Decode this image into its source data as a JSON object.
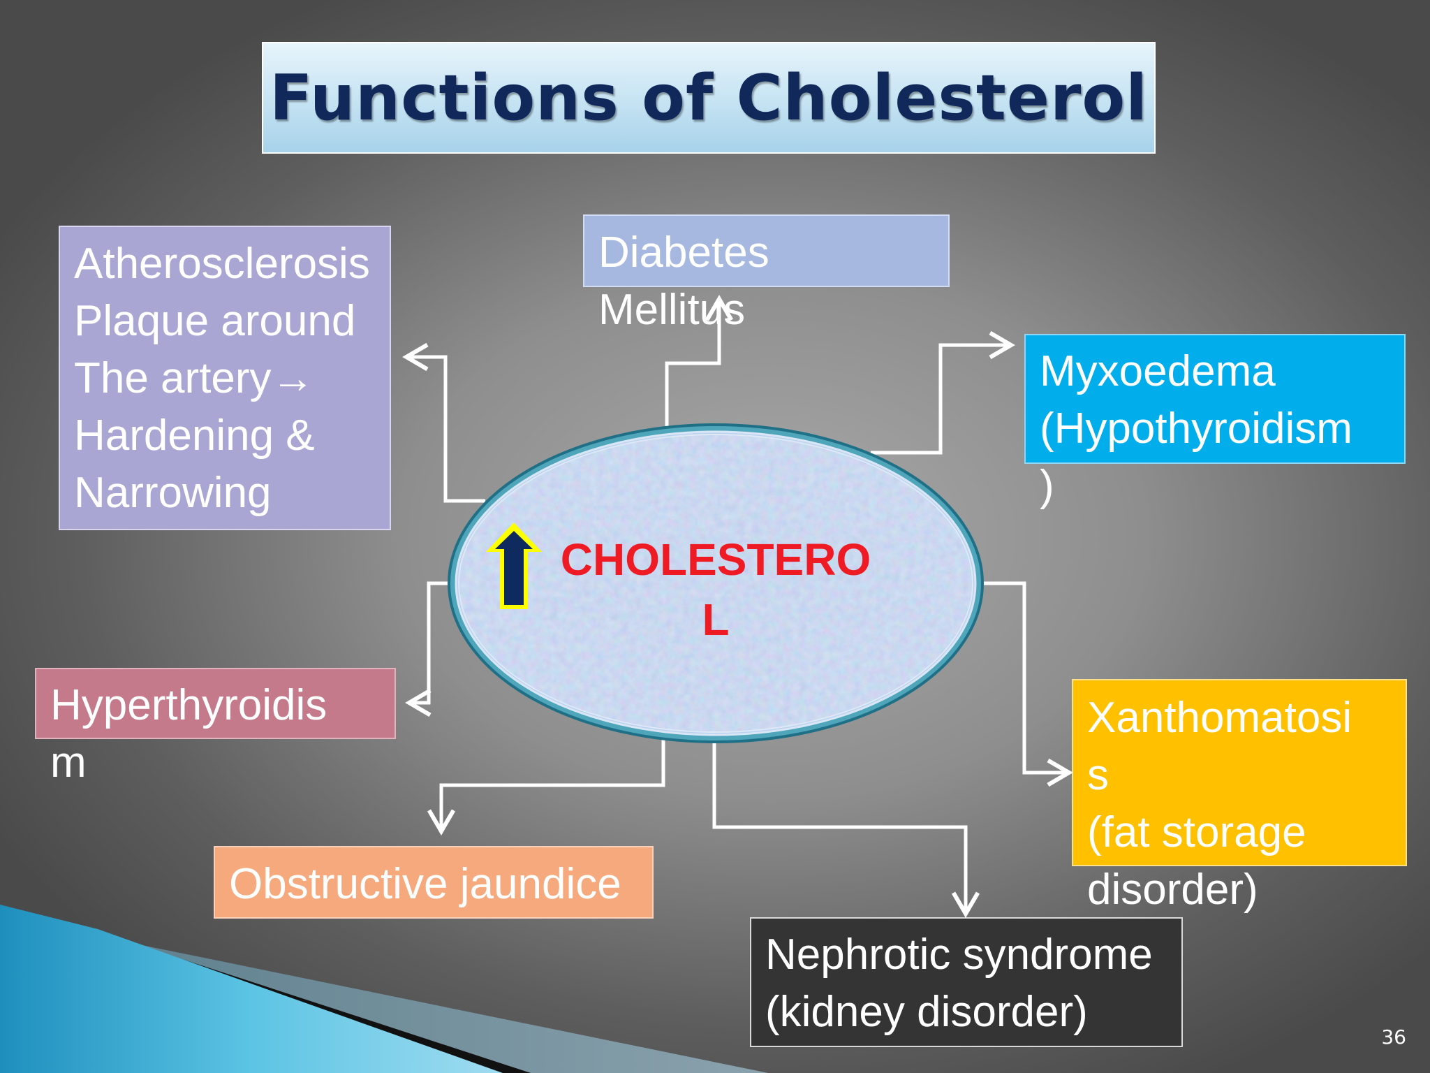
{
  "slide": {
    "title": "Functions of Cholesterol",
    "page_number": "36"
  },
  "center": {
    "label": "CHOLESTERO\nL",
    "up_arrow_icon": "up-arrow-icon"
  },
  "nodes": {
    "atherosclerosis": "Atherosclerosis\nPlaque around\nThe artery→\nHardening &\nNarrowing",
    "diabetes": "Diabetes\nMellitus",
    "myxoedema": "Myxoedema\n(Hypothyroidism\n)",
    "hyperthyroidism": "Hyperthyroidis\nm",
    "xanthomatosis": "Xanthomatosi\ns\n(fat storage\ndisorder)",
    "obstructive_jaundice": "Obstructive jaundice",
    "nephrotic_syndrome": "Nephrotic syndrome\n(kidney disorder)"
  },
  "colors": {
    "background": "#8e8e8e",
    "title_text": "#11295a",
    "center_text": "#ee1b24",
    "ellipse_border": "#2e7d95",
    "atherosclerosis_box": "#a9a6d3",
    "diabetes_box": "#a7b8e0",
    "myxoedema_box": "#02adec",
    "hyperthyroidism_box": "#c47a8a",
    "xanthomatosis_box": "#ffc000",
    "obstructive_jaundice_box": "#f5a97d",
    "nephrotic_syndrome_box": "#343434",
    "up_arrow_fill": "#0f2a5e",
    "up_arrow_outline": "#ffff00",
    "accent_band": "#3fb4dc"
  }
}
